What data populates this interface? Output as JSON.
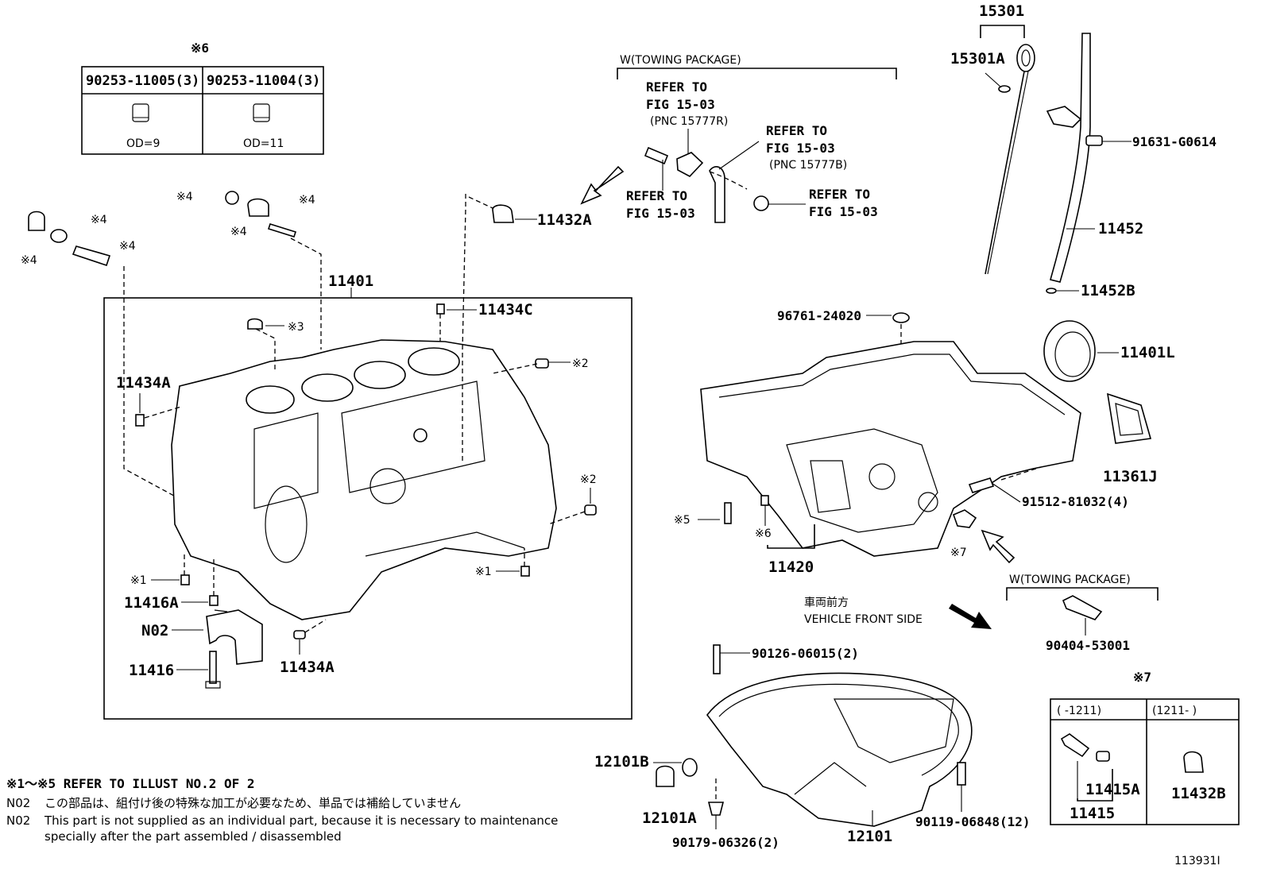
{
  "labels": {
    "note6_mark": "※6",
    "note6_col1": "90253-11005(3)",
    "note6_col2": "90253-11004(3)",
    "note6_od1": "OD=9",
    "note6_od2": "OD=11",
    "towing1_title": "W(TOWING PACKAGE)",
    "towing2_title": "W(TOWING PACKAGE)",
    "refer_a1": "REFER TO",
    "refer_a2": "FIG 15-03",
    "refer_a3": "(PNC 15777R)",
    "refer_b1": "REFER TO",
    "refer_b2": "FIG 15-03",
    "refer_b3": "(PNC 15777B)",
    "refer_c1": "REFER TO",
    "refer_c2": "FIG 15-03",
    "refer_d1": "REFER TO",
    "refer_d2": "FIG 15-03",
    "p15301": "15301",
    "p15301A": "15301A",
    "p91631": "91631-G0614",
    "p11452": "11452",
    "p11452B": "11452B",
    "p11401L": "11401L",
    "p11361J": "11361J",
    "p96761": "96761-24020",
    "p91512": "91512-81032(4)",
    "p11432A": "11432A",
    "p11401": "11401",
    "p11434C": "11434C",
    "p11434A_1": "11434A",
    "p11434A_2": "11434A",
    "p11416A": "11416A",
    "pN02": "N02",
    "p11416": "11416",
    "p11420": "11420",
    "p90404": "90404-53001",
    "p90126": "90126-06015(2)",
    "p12101B": "12101B",
    "p12101A": "12101A",
    "p12101": "12101",
    "p90179": "90179-06326(2)",
    "p90119": "90119-06848(12)",
    "p11415A": "11415A",
    "p11415": "11415",
    "p11432B": "11432B",
    "m4a": "※4",
    "m4b": "※4",
    "m4c": "※4",
    "m4d": "※4",
    "m4e": "※4",
    "m4f": "※4",
    "m3": "※3",
    "m2a": "※2",
    "m2b": "※2",
    "m1a": "※1",
    "m1b": "※1",
    "m5": "※5",
    "m6": "※6",
    "m7a": "※7",
    "m7b": "※7",
    "front_jp": "車両前方",
    "front_en": "VEHICLE FRONT SIDE",
    "box7_col1": "(     -1211)",
    "box7_col2": "(1211-     )",
    "note1": "※1～※5 REFER TO ILLUST NO.2 OF 2",
    "note2_code": "N02",
    "note2_jp": "この部品は、組付け後の特殊な加工が必要なため、単品では補給していません",
    "note3_code": "N02",
    "note3_en1": "This part is not supplied as an individual part, because it is necessary to maintenance",
    "note3_en2": "specially after the part assembled / disassembled",
    "illust_no": "113931I"
  }
}
